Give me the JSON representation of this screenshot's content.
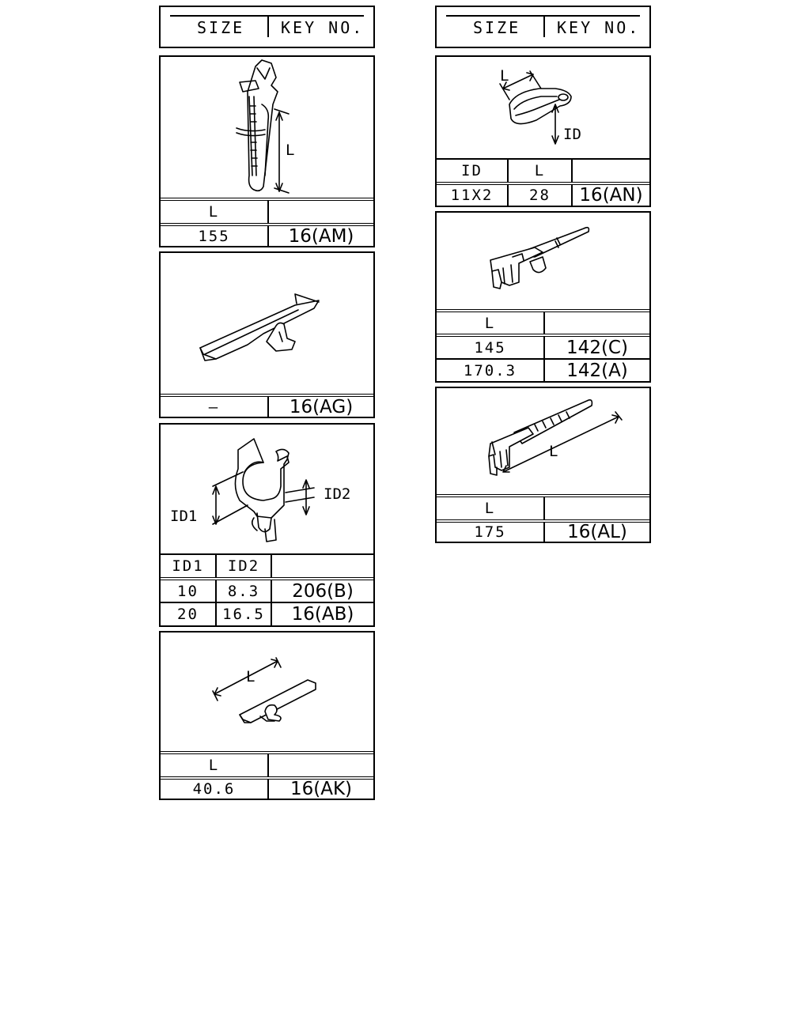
{
  "header": {
    "size_label": "SIZE",
    "key_label": "KEY NO."
  },
  "parts": [
    {
      "id": "am",
      "columns": [
        "L"
      ],
      "rows": [
        {
          "values": [
            "155"
          ],
          "key": "16(AM)"
        }
      ],
      "dims": [
        "L"
      ]
    },
    {
      "id": "ag",
      "columns": [],
      "rows": [
        {
          "values": [
            "—"
          ],
          "key": "16(AG)"
        }
      ],
      "dims": []
    },
    {
      "id": "b",
      "columns": [
        "ID1",
        "ID2"
      ],
      "rows": [
        {
          "values": [
            "10",
            "8.3"
          ],
          "key": "206(B)"
        },
        {
          "values": [
            "20",
            "16.5"
          ],
          "key": "16(AB)"
        }
      ],
      "dims": [
        "ID1",
        "ID2"
      ]
    },
    {
      "id": "ak",
      "columns": [
        "L"
      ],
      "rows": [
        {
          "values": [
            "40.6"
          ],
          "key": "16(AK)"
        }
      ],
      "dims": [
        "L"
      ]
    },
    {
      "id": "an",
      "columns": [
        "ID",
        "L"
      ],
      "rows": [
        {
          "values": [
            "11X2",
            "28"
          ],
          "key": "16(AN)"
        }
      ],
      "dims": [
        "L",
        "ID"
      ]
    },
    {
      "id": "c",
      "columns": [
        "L"
      ],
      "rows": [
        {
          "values": [
            "145"
          ],
          "key": "142(C)"
        },
        {
          "values": [
            "170.3"
          ],
          "key": "142(A)"
        }
      ],
      "dims": []
    },
    {
      "id": "al",
      "columns": [
        "L"
      ],
      "rows": [
        {
          "values": [
            "175"
          ],
          "key": "16(AL)"
        }
      ],
      "dims": [
        "L"
      ]
    }
  ]
}
